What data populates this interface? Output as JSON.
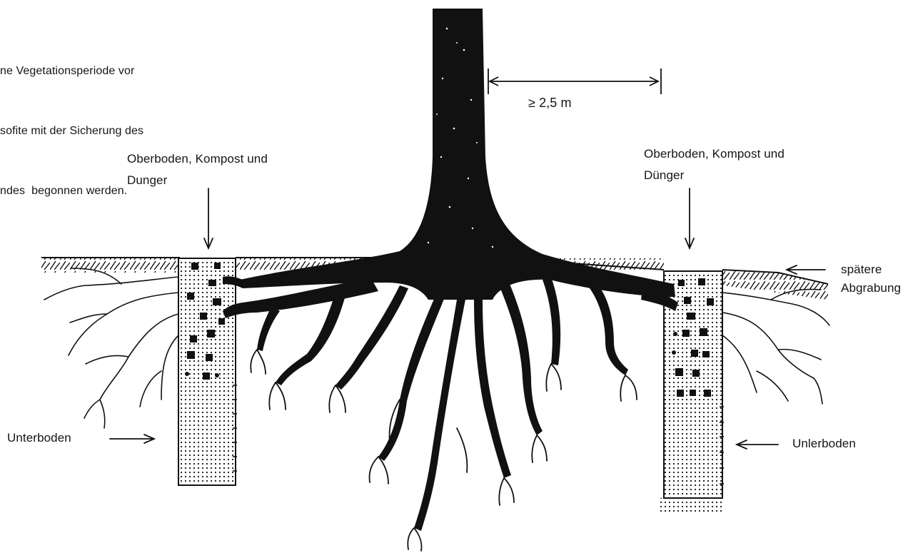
{
  "intro": {
    "lines": [
      "ne Vegetationsperiode vor",
      "sofite mit der Sicherung des",
      "ndes  begonnen werden."
    ]
  },
  "labels": {
    "topsoil_left": "Oberboden, Kompost und\nDunger",
    "topsoil_right": "Oberboden, Kompost und\nDünger",
    "distance": "≥ 2,5 m",
    "later_excavation": "spätere\nAbgrabung",
    "subsoil_left": "Unterboden",
    "subsoil_right": "Unlerboden"
  },
  "colors": {
    "ink": "#111111",
    "paper": "#ffffff"
  }
}
